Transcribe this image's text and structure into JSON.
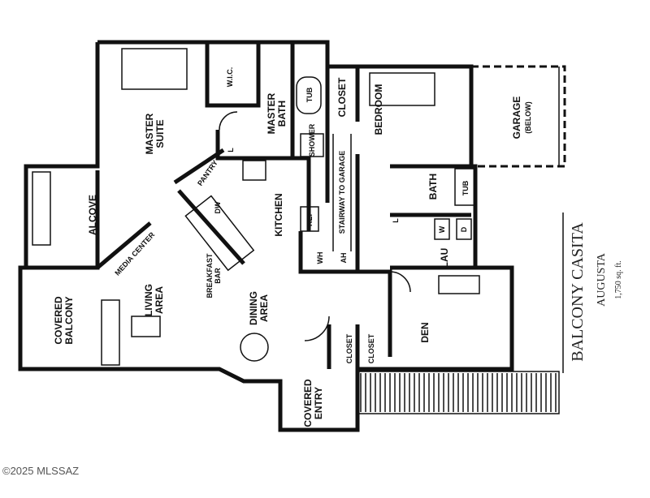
{
  "plan": {
    "title": "BALCONY CASITA",
    "model": "AUGUSTA",
    "area": "1,750 sq. ft.",
    "watermark": "©2025 MLSSAZ",
    "rooms": {
      "master_suite": [
        "MASTER",
        "SUITE"
      ],
      "wic": "W.I.C.",
      "master_bath": [
        "MASTER",
        "BATH"
      ],
      "tub1": "TUB",
      "shower": "SHOWER",
      "closet1": "CLOSET",
      "bedroom": "BEDROOM",
      "garage": [
        "GARAGE",
        "(BELOW)"
      ],
      "bath": "BATH",
      "tub2": "TUB",
      "stairway": "STAIRWAY TO GARAGE",
      "pantry": "PANTRY",
      "alcove": "ALCOVE",
      "media_center": "MEDIA CENTER",
      "kitchen": "KITCHEN",
      "ref": "REF",
      "dw": "DW",
      "wh": "WH",
      "ah": "AH",
      "linen1": "L",
      "linen2": "L",
      "washer": "W",
      "dryer": "D",
      "laundry": "LAU",
      "breakfast_bar": [
        "BREAKFAST",
        "BAR"
      ],
      "living": [
        "LIVING",
        "AREA"
      ],
      "dining": [
        "DINING",
        "AREA"
      ],
      "covered_balcony": [
        "COVERED",
        "BALCONY"
      ],
      "den": "DEN",
      "closet2": "CLOSET",
      "closet3": "CLOSET",
      "covered_entry": [
        "COVERED",
        "ENTRY"
      ]
    }
  }
}
